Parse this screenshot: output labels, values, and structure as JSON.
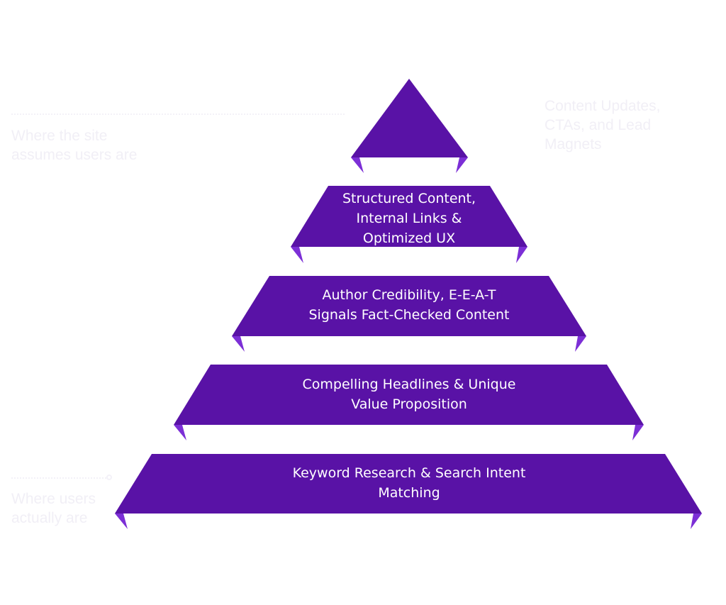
{
  "colors": {
    "tier_fill": "#5912a6",
    "tier_fold": "#7c2fd6",
    "tier_text": "#ffffff",
    "faint_text": "#f1eff6"
  },
  "tiers": [
    {
      "label": ""
    },
    {
      "label": "Structured Content,\nInternal Links &\nOptimized UX"
    },
    {
      "label": "Author Credibility, E-E-A-T\nSignals Fact-Checked Content"
    },
    {
      "label": "Compelling Headlines & Unique\nValue Proposition"
    },
    {
      "label": "Keyword Research & Search Intent\nMatching"
    }
  ],
  "notes": {
    "top_left": "Where the site\nassumes users are",
    "top_right": "Content Updates,\nCTAs, and Lead\nMagnets",
    "bottom_left": "Where users\nactually are"
  }
}
